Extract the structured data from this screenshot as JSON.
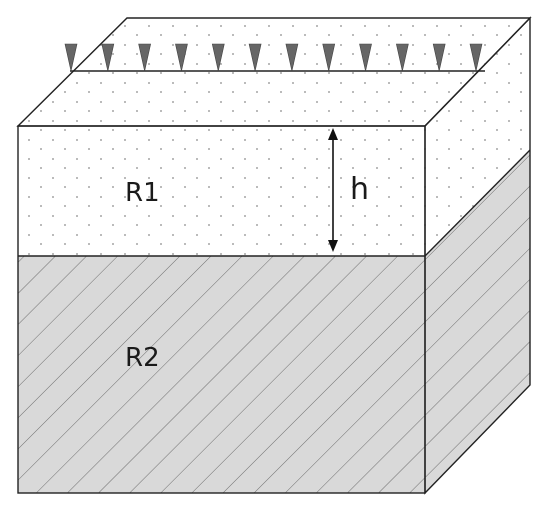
{
  "diagram": {
    "layer_top_label": "R1",
    "layer_bottom_label": "R2",
    "thickness_label": "h",
    "load_arrow_count": 12,
    "colors": {
      "outline": "#222222",
      "layer_top_fill": "#ffffff",
      "layer_bottom_fill": "#d9d9d9",
      "dots": "#8a8a8a",
      "hatch": "#6e6e6e",
      "load_arrow": "#666666"
    }
  }
}
